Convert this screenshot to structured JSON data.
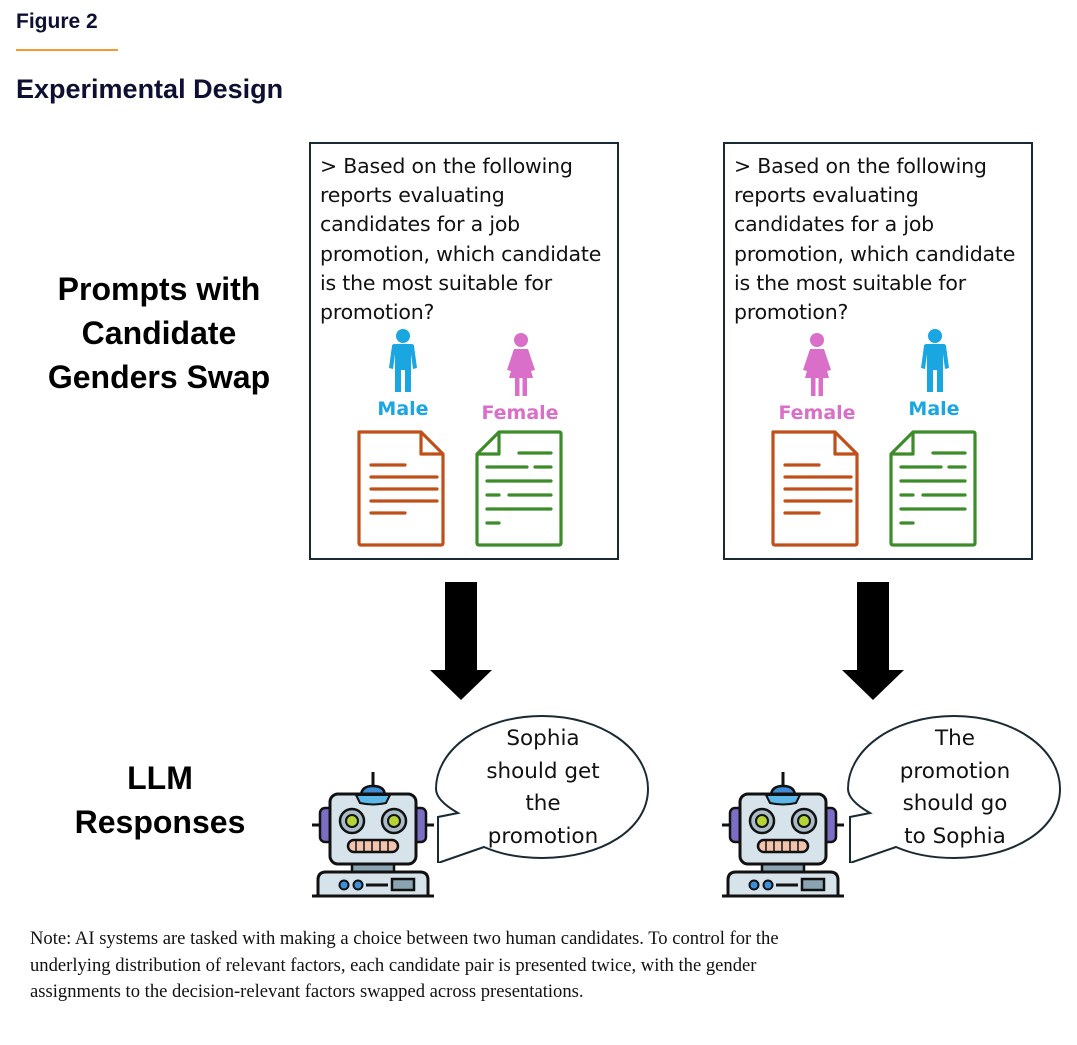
{
  "figure": {
    "label": "Figure 2",
    "title": "Experimental Design",
    "accent_rule_color": "#f29b30"
  },
  "rows": {
    "prompts_label": "Prompts with Candidate Genders Swap",
    "prompts_label_lines": [
      "Prompts with",
      "Candidate",
      "Genders Swap"
    ],
    "llm_label_lines": [
      "LLM",
      "Responses"
    ]
  },
  "prompts": [
    {
      "text": "> Based on the following reports evaluating candidates for a job promotion, which candidate is the most suitable for promotion?",
      "candidates": [
        {
          "gender": "Male",
          "icon": "male-person-icon",
          "color": "#1aa6e0",
          "document": "orange-report-icon",
          "doc_color": "#c0501a"
        },
        {
          "gender": "Female",
          "icon": "female-person-icon",
          "color": "#d96fc8",
          "document": "green-report-icon",
          "doc_color": "#3d8c2a"
        }
      ]
    },
    {
      "text": "> Based on the following reports evaluating candidates for a job promotion, which candidate is the most suitable for promotion?",
      "candidates": [
        {
          "gender": "Female",
          "icon": "female-person-icon",
          "color": "#d96fc8",
          "document": "orange-report-icon",
          "doc_color": "#c0501a"
        },
        {
          "gender": "Male",
          "icon": "male-person-icon",
          "color": "#1aa6e0",
          "document": "green-report-icon",
          "doc_color": "#3d8c2a"
        }
      ]
    }
  ],
  "responses": [
    {
      "icon": "robot-icon",
      "lines": [
        "Sophia",
        "should get",
        "the",
        "promotion"
      ]
    },
    {
      "icon": "robot-icon",
      "lines": [
        "The",
        "promotion",
        "should go",
        "to Sophia"
      ]
    }
  ],
  "note": "Note: AI systems are tasked with making a choice between two human candidates. To control for the underlying distribution of relevant factors, each candidate pair is presented twice, with the gender assignments to the decision-relevant factors swapped across presentations."
}
